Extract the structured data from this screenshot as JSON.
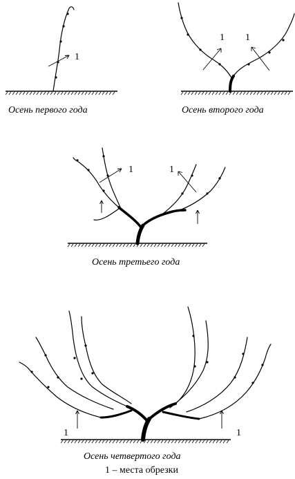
{
  "panels": [
    {
      "caption": "Осень первого года",
      "cut_marks": [
        "1"
      ]
    },
    {
      "caption": "Осень второго года",
      "cut_marks": [
        "1",
        "1"
      ]
    },
    {
      "caption": "Осень третьего года",
      "cut_marks": [
        "1",
        "1"
      ]
    },
    {
      "caption": "Осень четвертого года",
      "cut_marks": [
        "1",
        "1"
      ]
    }
  ],
  "legend": "1 – места обрезки",
  "icons": [
    "ground-line",
    "grapevine-shoot",
    "pruning-cut-arrow",
    "bud"
  ]
}
